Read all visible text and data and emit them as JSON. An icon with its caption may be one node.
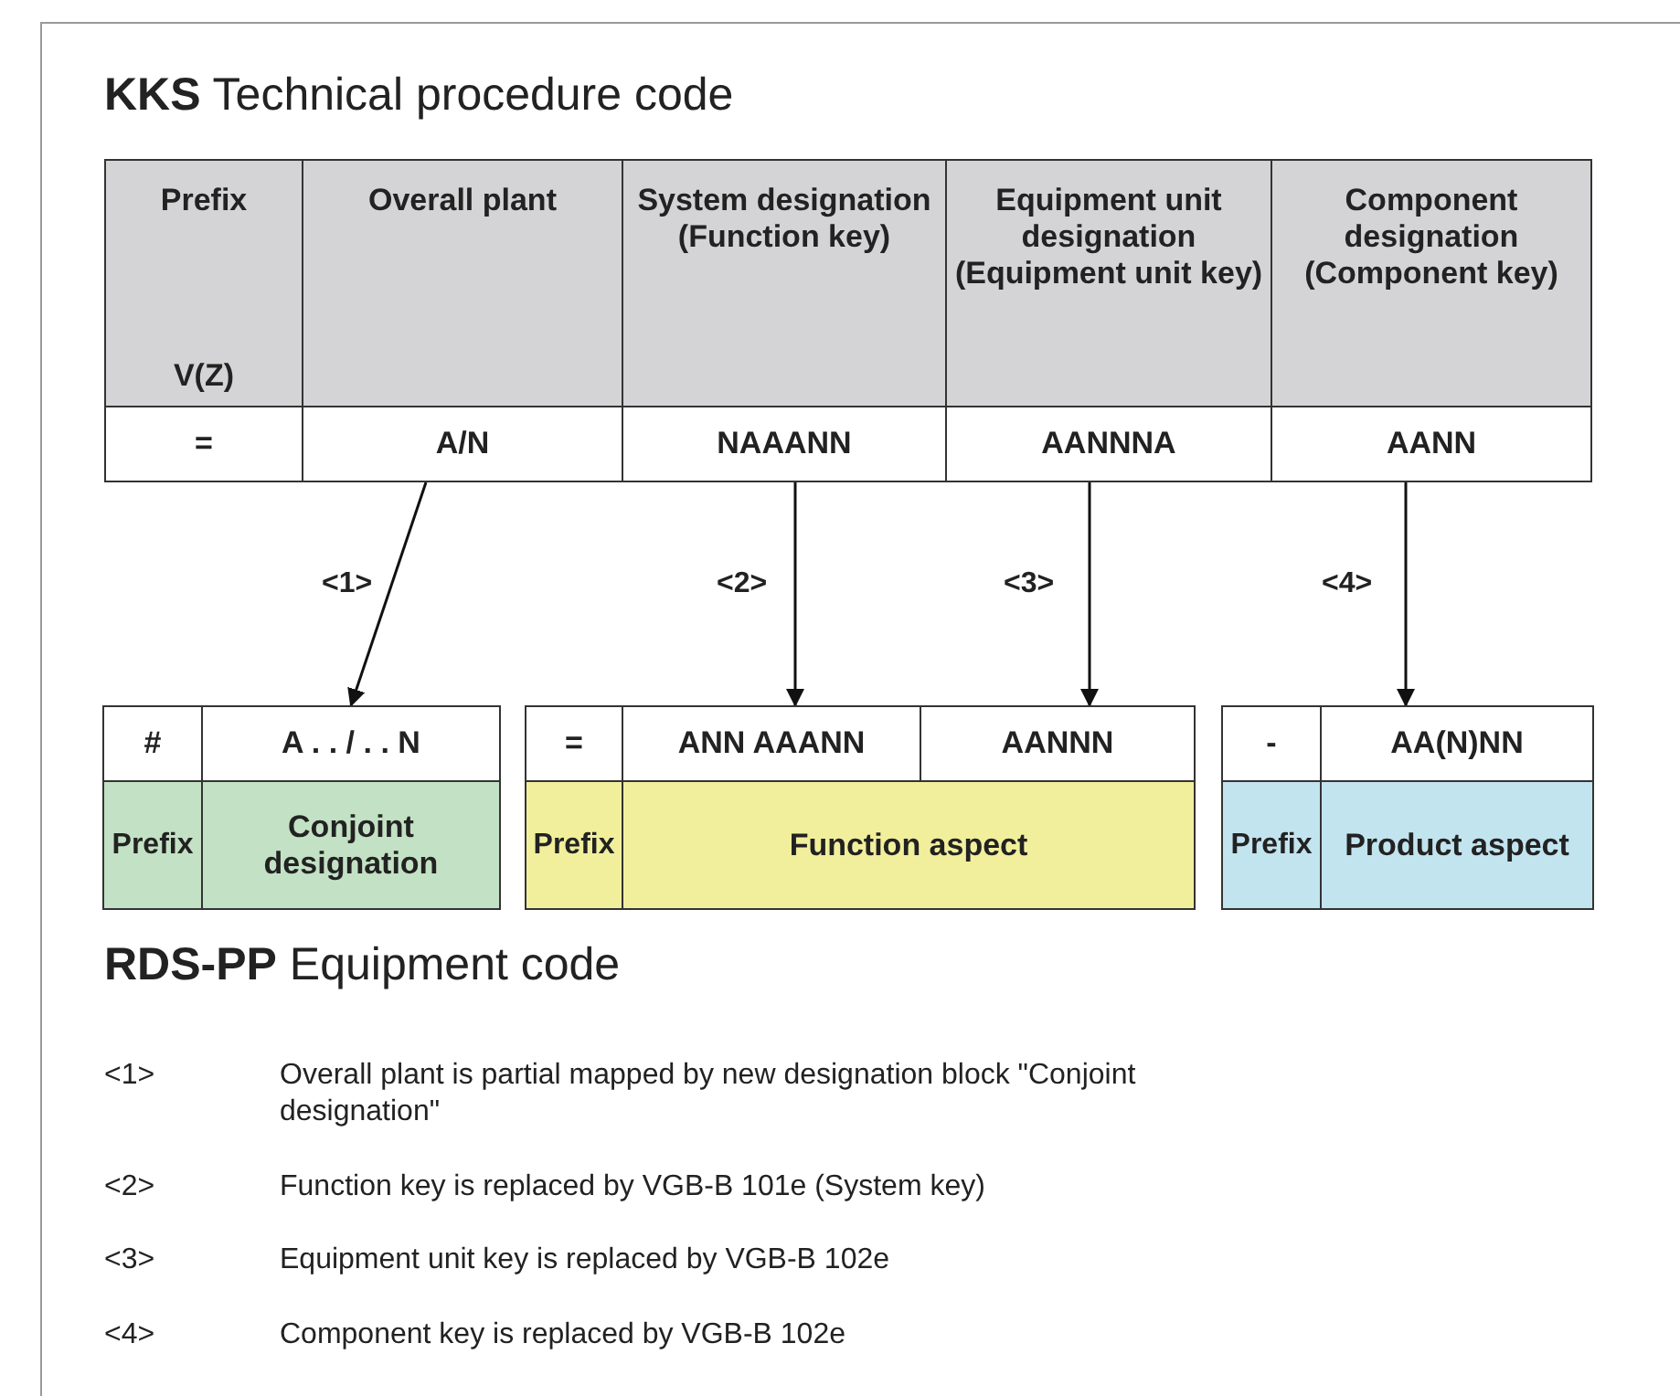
{
  "diagram": {
    "title": "**KKS** Technical procedure code",
    "caption": "**RDS-PP** Equipment code",
    "nodes": [
      {
        "text": [
          "Prefix",
          "V(Z)"
        ]
      },
      {
        "text": [
          "Overall plant"
        ]
      },
      {
        "text": [
          "System designation (Function key)"
        ]
      },
      {
        "text": [
          "Equipment unit designation (Equipment unit key)"
        ]
      },
      {
        "text": [
          "Component designation (Component key)"
        ]
      },
      {
        "text": [
          "="
        ]
      },
      {
        "text": [
          "A/N"
        ]
      },
      {
        "text": [
          "NAAANN"
        ]
      },
      {
        "text": [
          "AANNNA"
        ]
      },
      {
        "text": [
          "AANN"
        ]
      },
      {
        "text": [
          "#"
        ]
      },
      {
        "text": [
          "A . . / . . N"
        ]
      },
      {
        "text": [
          "="
        ]
      },
      {
        "text": [
          "ANN AAANN"
        ]
      },
      {
        "text": [
          "AANNN"
        ]
      },
      {
        "text": [
          "-"
        ]
      },
      {
        "text": [
          "AA(N)NN"
        ]
      },
      {
        "text": [
          "Prefix"
        ]
      },
      {
        "text": [
          "Conjoint designation"
        ]
      },
      {
        "text": [
          "Prefix"
        ]
      },
      {
        "text": [
          "Function aspect"
        ]
      },
      {
        "text": [
          "Prefix"
        ]
      },
      {
        "text": [
          "Product aspect"
        ]
      }
    ],
    "edges": [
      {
        "from": 6,
        "to": 11,
        "arrow": "to",
        "label": "<1>"
      },
      {
        "from": 7,
        "to": 13,
        "arrow": "to",
        "label": "<2>"
      },
      {
        "from": 8,
        "to": 14,
        "arrow": "to",
        "label": "<3>"
      },
      {
        "from": 9,
        "to": 16,
        "arrow": "to",
        "label": "<4>"
      }
    ],
    "labels": [
      "<1>",
      "Overall plant is partial mapped by new designation block \"Conjoint designation\"",
      "<2>",
      "Function key is replaced by VGB-B 101e (System key)",
      "<3>",
      "Equipment unit key is replaced by VGB-B 102e",
      "<4>",
      "Component key is replaced by VGB-B 102e"
    ]
  }
}
